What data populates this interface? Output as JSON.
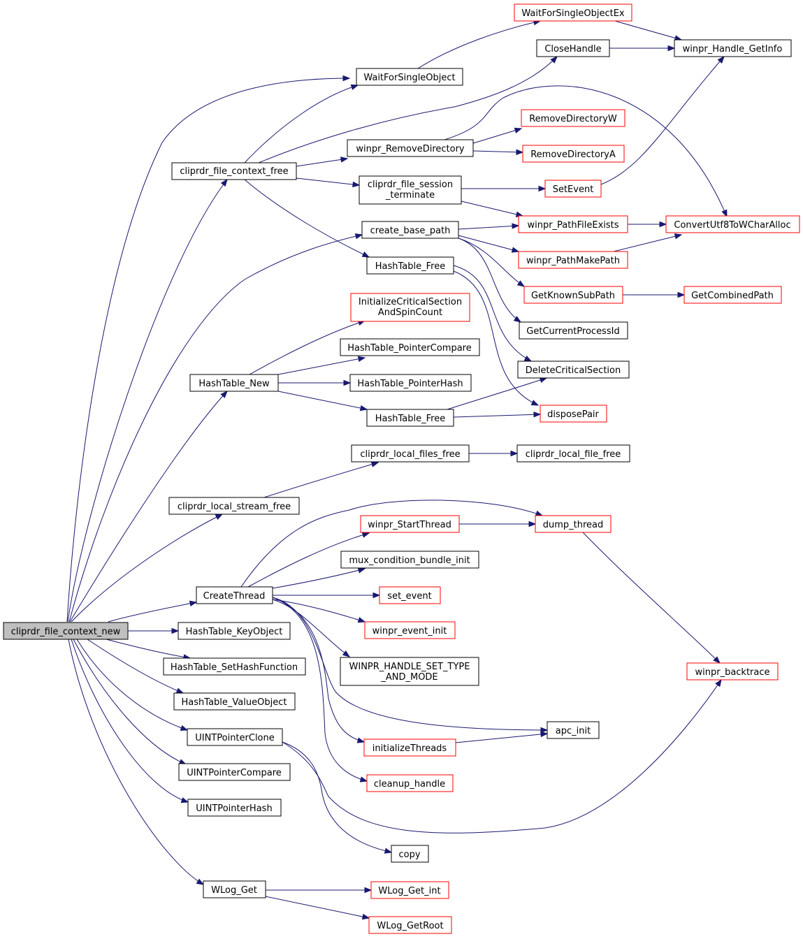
{
  "graph": {
    "colors": {
      "edge": "#191970",
      "black_border": "#000000",
      "red_border": "#ff0000",
      "root_fill": "#bfbfbf",
      "node_fill": "#ffffff"
    },
    "nodes": {
      "root": "cliprdr_file_context_new",
      "cliprdr_file_context_free": "cliprdr_file_context_free",
      "WaitForSingleObject": "WaitForSingleObject",
      "WaitForSingleObjectEx": "WaitForSingleObjectEx",
      "CloseHandle": "CloseHandle",
      "winpr_Handle_GetInfo": "winpr_Handle_GetInfo",
      "RemoveDirectoryW": "RemoveDirectoryW",
      "winpr_RemoveDirectory": "winpr_RemoveDirectory",
      "RemoveDirectoryA": "RemoveDirectoryA",
      "cliprdr_file_session_terminate_1": "cliprdr_file_session",
      "cliprdr_file_session_terminate_2": "_terminate",
      "SetEvent": "SetEvent",
      "winpr_PathFileExists": "winpr_PathFileExists",
      "ConvertUtf8ToWCharAlloc": "ConvertUtf8ToWCharAlloc",
      "create_base_path": "create_base_path",
      "winpr_PathMakePath": "winpr_PathMakePath",
      "HashTable_Free_1": "HashTable_Free",
      "GetKnownSubPath": "GetKnownSubPath",
      "GetCombinedPath": "GetCombinedPath",
      "InitializeCriticalSection_1": "InitializeCriticalSection",
      "InitializeCriticalSection_2": "AndSpinCount",
      "GetCurrentProcessId": "GetCurrentProcessId",
      "HashTable_PointerCompare": "HashTable_PointerCompare",
      "DeleteCriticalSection": "DeleteCriticalSection",
      "HashTable_New": "HashTable_New",
      "HashTable_PointerHash": "HashTable_PointerHash",
      "HashTable_Free_2": "HashTable_Free",
      "disposePair": "disposePair",
      "cliprdr_local_files_free": "cliprdr_local_files_free",
      "cliprdr_local_file_free": "cliprdr_local_file_free",
      "cliprdr_local_stream_free": "cliprdr_local_stream_free",
      "winpr_StartThread": "winpr_StartThread",
      "dump_thread": "dump_thread",
      "mux_condition_bundle_init": "mux_condition_bundle_init",
      "CreateThread": "CreateThread",
      "set_event": "set_event",
      "HashTable_KeyObject": "HashTable_KeyObject",
      "winpr_event_init": "winpr_event_init",
      "HashTable_SetHashFunction": "HashTable_SetHashFunction",
      "WINPR_HANDLE_SET_TYPE_1": "WINPR_HANDLE_SET_TYPE",
      "WINPR_HANDLE_SET_TYPE_2": "_AND_MODE",
      "winpr_backtrace": "winpr_backtrace",
      "HashTable_ValueObject": "HashTable_ValueObject",
      "apc_init": "apc_init",
      "UINTPointerClone": "UINTPointerClone",
      "initializeThreads": "initializeThreads",
      "UINTPointerCompare": "UINTPointerCompare",
      "cleanup_handle": "cleanup_handle",
      "UINTPointerHash": "UINTPointerHash",
      "copy": "copy",
      "WLog_Get": "WLog_Get",
      "WLog_Get_int": "WLog_Get_int",
      "WLog_GetRoot": "WLog_GetRoot"
    }
  }
}
